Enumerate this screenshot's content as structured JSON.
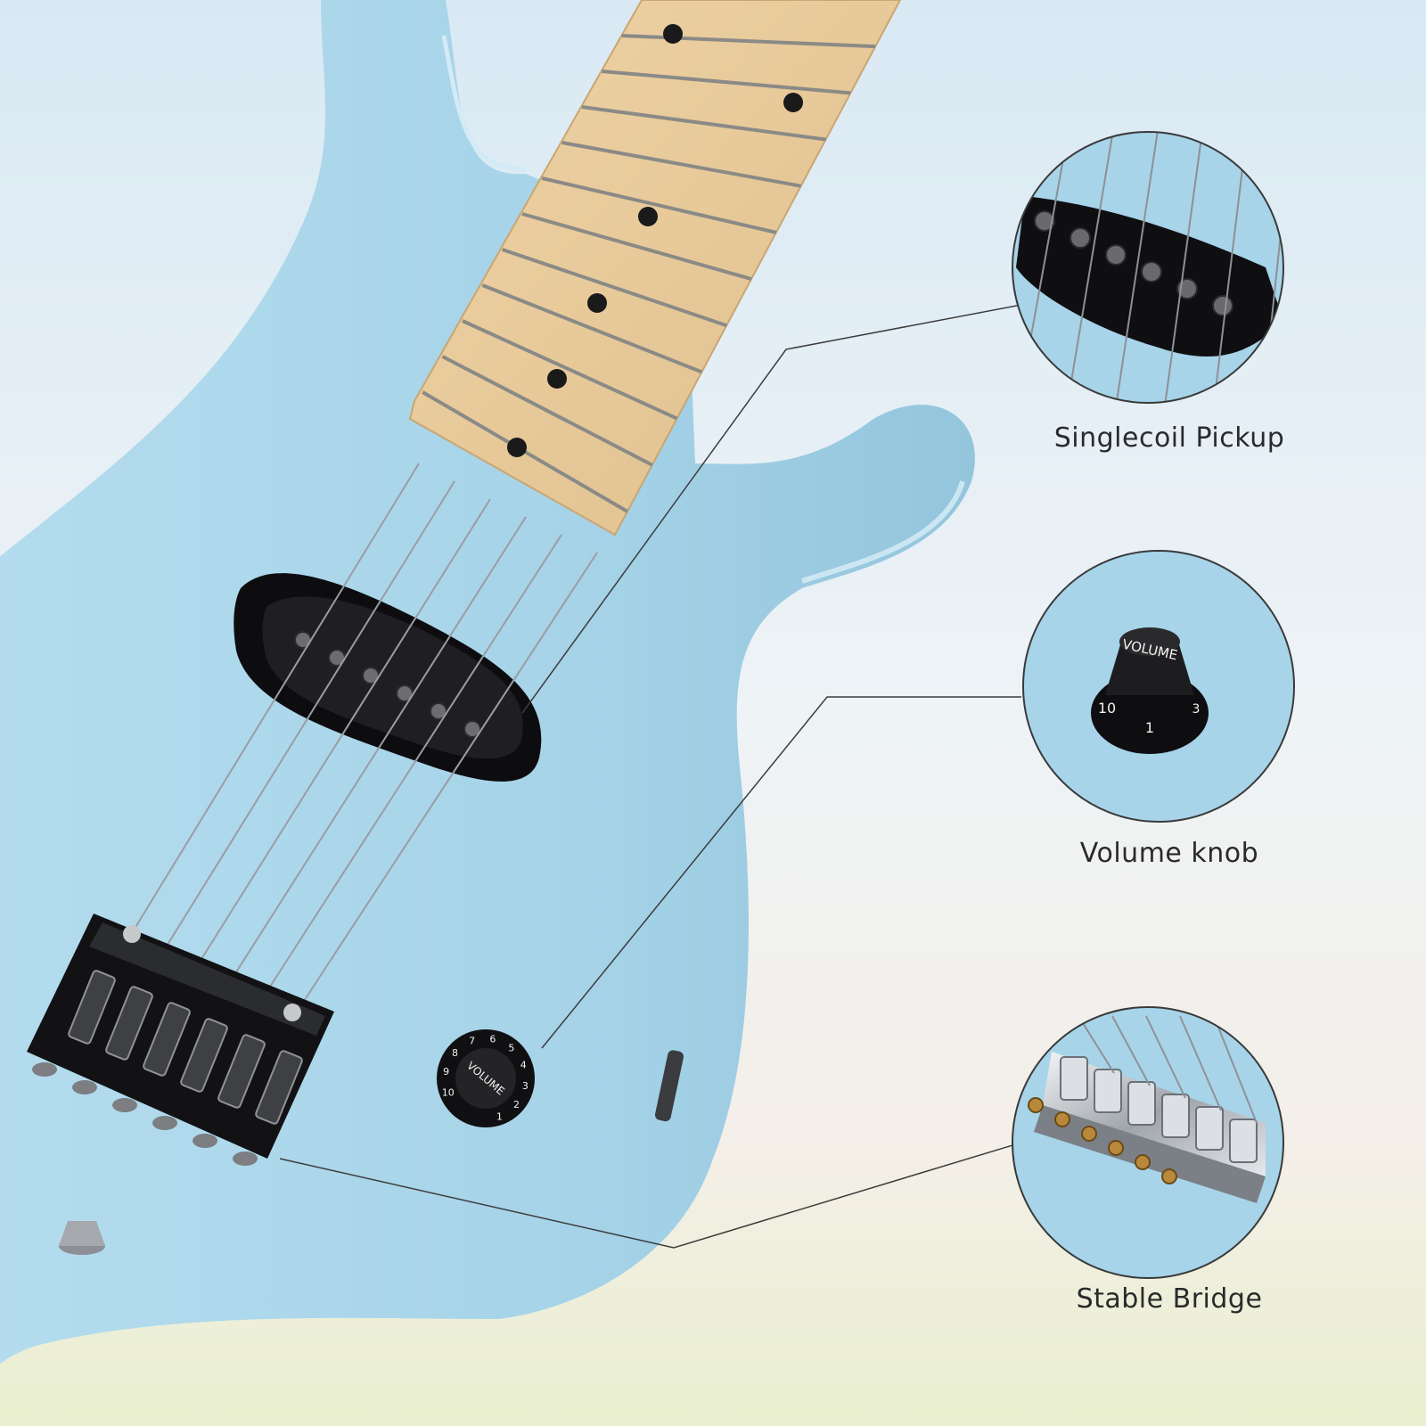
{
  "callouts": [
    {
      "label": "Singlecoil Pickup"
    },
    {
      "label": "Volume knob"
    },
    {
      "label": "Stable Bridge"
    }
  ],
  "knob": {
    "cap_text": "VOLUME",
    "dial_numbers": [
      "10",
      "9",
      "8",
      "7",
      "6",
      "5",
      "4",
      "3",
      "2",
      "1"
    ]
  },
  "colors": {
    "guitar_body": "#a9d6ea",
    "fretboard": "#e8c99b",
    "pickup": "#1c1c1e",
    "chrome": "#c9ccd1",
    "background_top": "#dbeaf3",
    "background_bottom": "#eef1d6"
  }
}
